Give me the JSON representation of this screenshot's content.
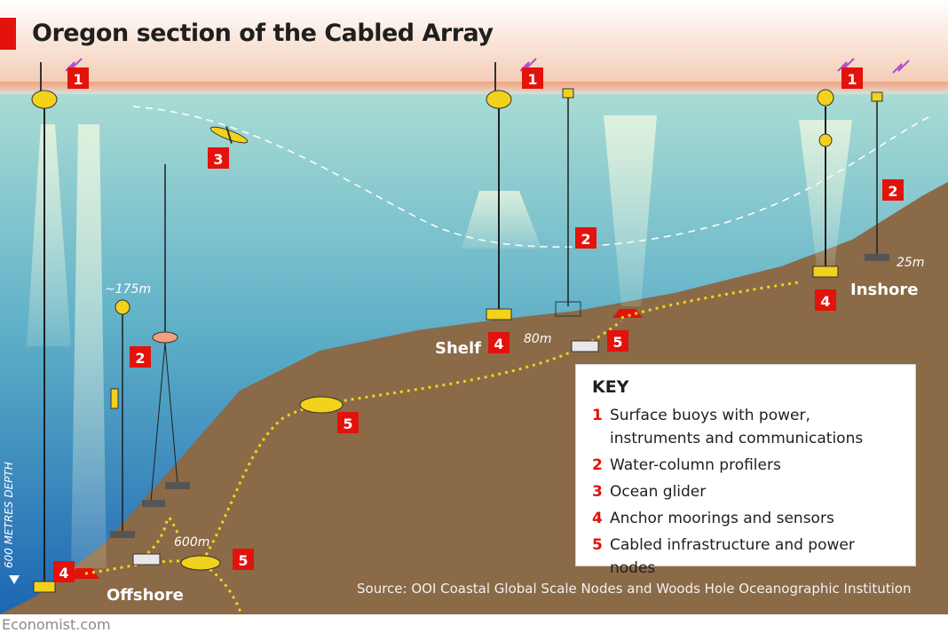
{
  "title": "Oregon section of the Cabled Array",
  "callouts": [
    {
      "num": "1"
    },
    {
      "num": "1"
    },
    {
      "num": "1"
    },
    {
      "num": "2"
    },
    {
      "num": "2"
    },
    {
      "num": "2"
    },
    {
      "num": "3"
    },
    {
      "num": "4"
    },
    {
      "num": "4"
    },
    {
      "num": "4"
    },
    {
      "num": "5"
    },
    {
      "num": "5"
    },
    {
      "num": "5"
    }
  ],
  "places": {
    "offshore": "Offshore",
    "shelf": "Shelf",
    "inshore": "Inshore"
  },
  "depths": {
    "d175": "~175m",
    "d600": "600m",
    "d80": "80m",
    "d25": "25m",
    "axis": "600 METRES DEPTH"
  },
  "key": {
    "title": "KEY",
    "items": [
      {
        "num": "1",
        "line1": "Surface buoys with power,",
        "line2": "instruments and communications"
      },
      {
        "num": "2",
        "line1": "Water-column profilers"
      },
      {
        "num": "3",
        "line1": "Ocean glider"
      },
      {
        "num": "4",
        "line1": "Anchor moorings and sensors"
      },
      {
        "num": "5",
        "line1": "Cabled infrastructure and power nodes"
      }
    ]
  },
  "source": "Source: OOI Coastal Global Scale Nodes and Woods Hole Oceanographic Institution",
  "credit": "Economist.com",
  "colors": {
    "accent": "#e3120b",
    "seafloor": "#8a6a47",
    "water_top": "#a9dcd4",
    "water_bottom": "#1d66b3",
    "cable": "#f2d21b"
  }
}
